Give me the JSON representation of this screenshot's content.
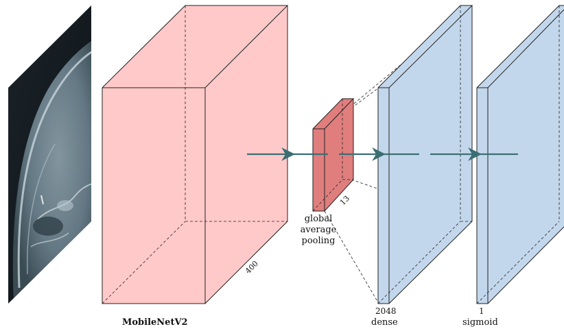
{
  "diagram": {
    "layers": [
      {
        "caption": "MobileNetV2",
        "size_label": "400",
        "fill": "#ffc9c9"
      },
      {
        "caption_lines": [
          "global",
          "average",
          "pooling"
        ],
        "size_label": "13",
        "fill": "#e07e7e"
      },
      {
        "caption": "dense",
        "size_label": "2048",
        "fill": "#c3d7ec"
      },
      {
        "caption": "sigmoid",
        "size_label": "1",
        "fill": "#c3d7ec"
      }
    ],
    "arrow_color": "#3b6e73",
    "input_image": "skull-xray-lateral"
  }
}
